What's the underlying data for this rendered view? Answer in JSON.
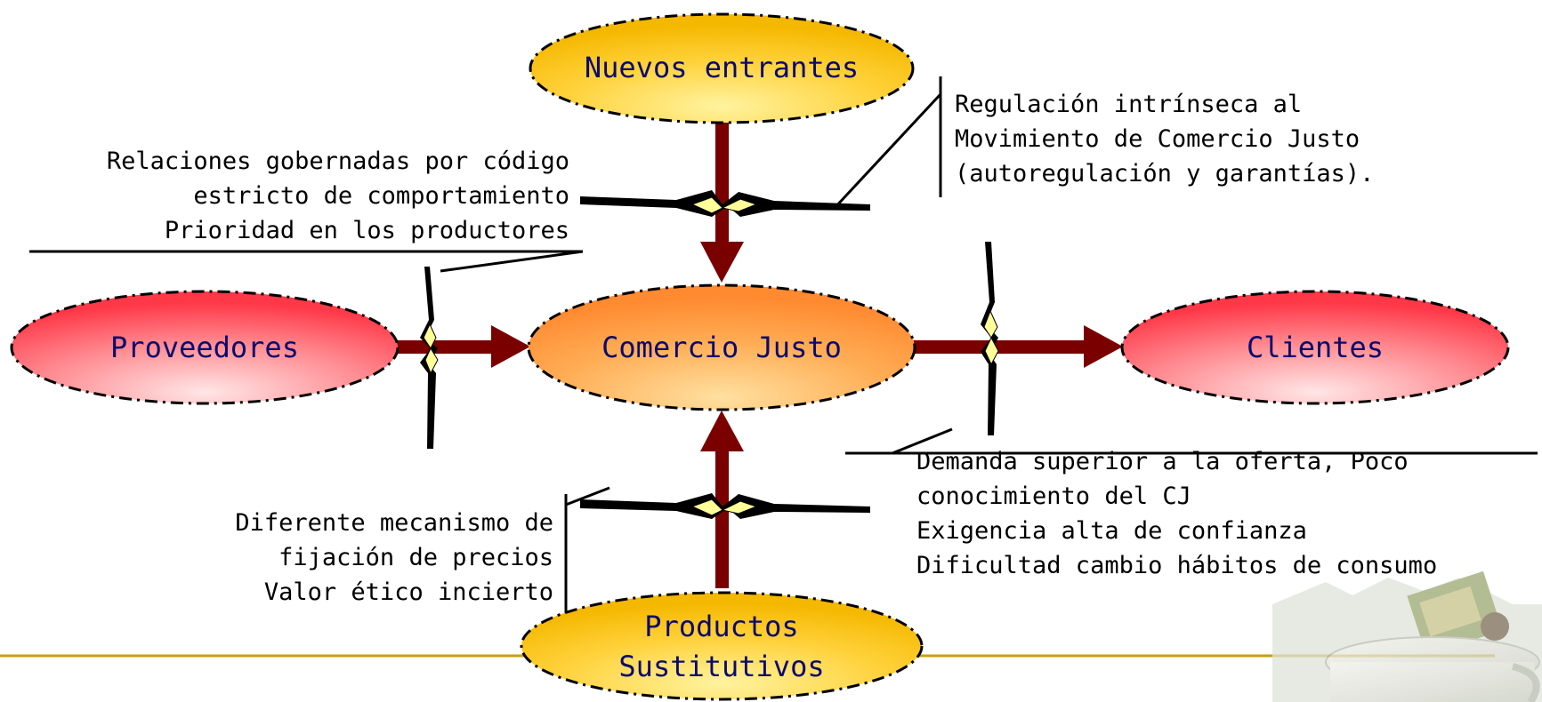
{
  "nodes": {
    "nuevos_entrantes": "Nuevos entrantes",
    "comercio_justo": "Comercio Justo",
    "proveedores": "Proveedores",
    "clientes": "Clientes",
    "productos_sustitutivos_line1": "Productos",
    "productos_sustitutivos_line2": "Sustitutivos"
  },
  "annotations": {
    "entrantes": [
      "Regulación intrínseca al",
      "Movimiento de Comercio Justo",
      "(autoregulación y garantías)."
    ],
    "proveedores": [
      "Relaciones gobernadas por código",
      "estricto de comportamiento",
      "Prioridad en los productores"
    ],
    "clientes": [
      "Demanda superior a la oferta, Poco",
      "conocimiento del CJ",
      "Exigencia alta de confianza",
      "Dificultad cambio hábitos de consumo"
    ],
    "sustitutivos": [
      "Diferente mecanismo de",
      "fijación de precios",
      "Valor ético incierto"
    ]
  },
  "colors": {
    "arrow": "#7a0000",
    "node_text": "#0a0a6e",
    "yellow_node": "#ffd23c",
    "orange_node": "#ff9a40",
    "red_node": "#ff4a5a",
    "footer_line": "#c9a00a",
    "barrier_fill": "#ffff99"
  }
}
